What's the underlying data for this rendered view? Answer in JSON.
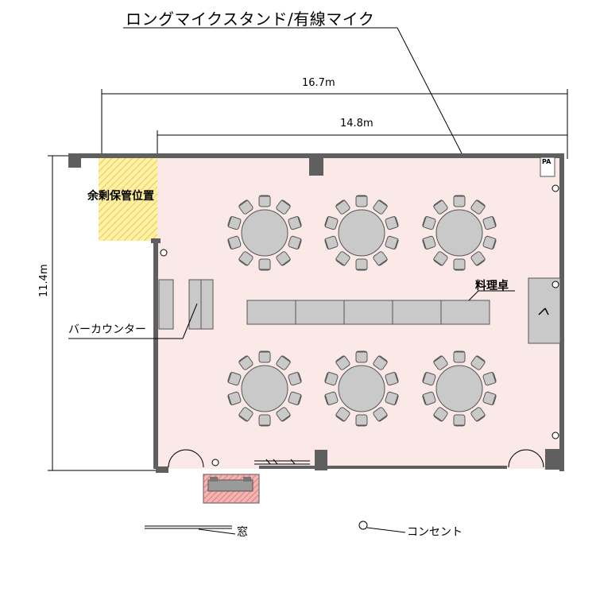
{
  "header": {
    "title": "ロングマイクスタンド/有線マイク"
  },
  "dimensions": {
    "total_width": "16.7m",
    "room_width": "14.8m",
    "depth": "11.4m"
  },
  "labels": {
    "bar_counter": "バーカウンター",
    "storage": "余剰保管位置",
    "cooking_table": "料理卓",
    "pa": "PA"
  },
  "legend": {
    "window": "窓",
    "outlet": "コンセント"
  },
  "layout": {
    "round_tables": 6,
    "chairs_per_table": 10,
    "buffet_table_segments": 5
  },
  "colors": {
    "room_fill": "#fbe9e7",
    "wall": "#5f5f5f",
    "table_fill": "#c9c9c9",
    "storage_fill": "#fff1a8",
    "stage_fill": "#f3b4b4"
  }
}
